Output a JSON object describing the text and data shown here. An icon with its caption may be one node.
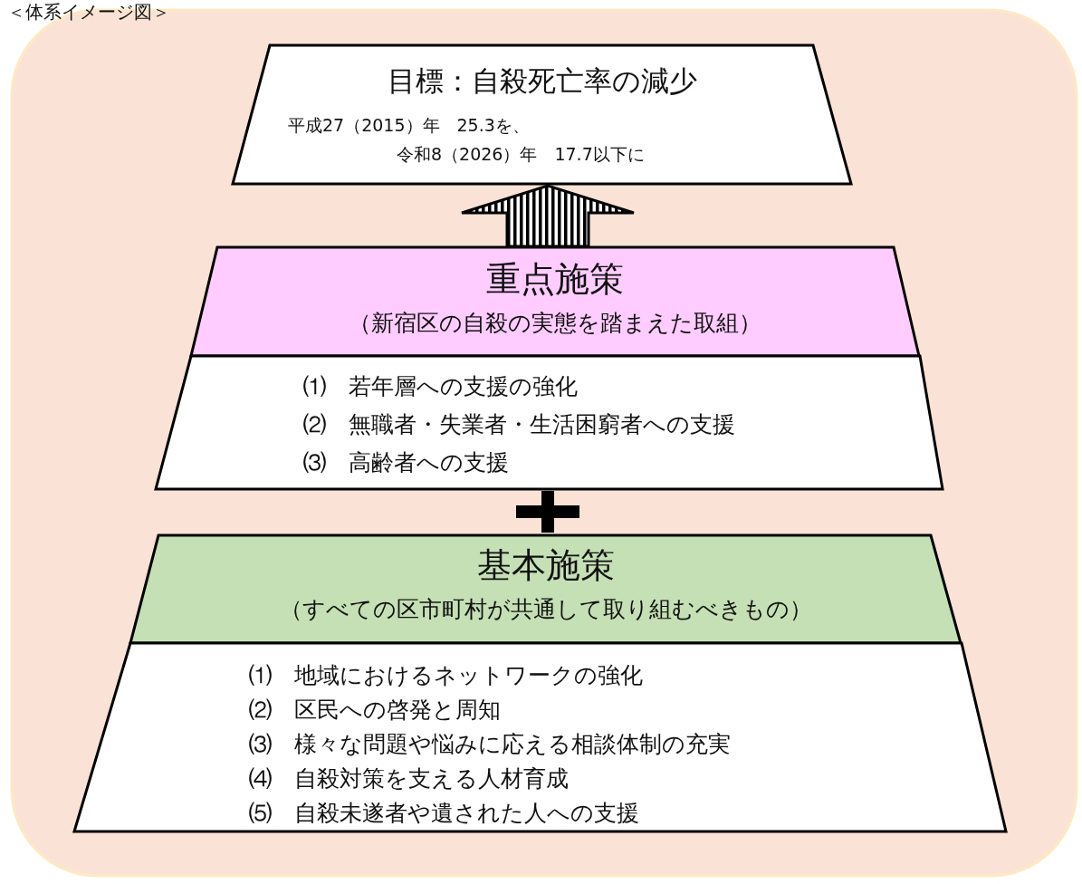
{
  "diagram": {
    "nodes": [
      {
        "text": [
          "目標：自殺死亡率の減少",
          "平成27（2015）年　25.3を、",
          "令和8（2026）年　17.7以下に"
        ]
      },
      {
        "text": [
          "重点施策",
          "（新宿区の自殺の実態を踏まえた取組）"
        ]
      },
      {
        "text": [
          "⑴　若年層への支援の強化",
          "⑵　無職者・失業者・生活困窮者への支援",
          "⑶　高齢者への支援"
        ]
      },
      {
        "text": [
          "基本施策",
          "（すべての区市町村が共通して取り組むべきもの）"
        ]
      },
      {
        "text": [
          "⑴　地域におけるネットワークの強化",
          "⑵　区民への啓発と周知",
          "⑶　様々な問題や悩みに応える相談体制の充実",
          "⑷　自殺対策を支える人材育成",
          "⑸　自殺未遂者や遺された人への支援"
        ]
      }
    ],
    "edges": [
      {
        "from": 1,
        "to": 0,
        "arrow": "to"
      }
    ],
    "labels": [
      "＜体系イメージ図＞"
    ]
  }
}
